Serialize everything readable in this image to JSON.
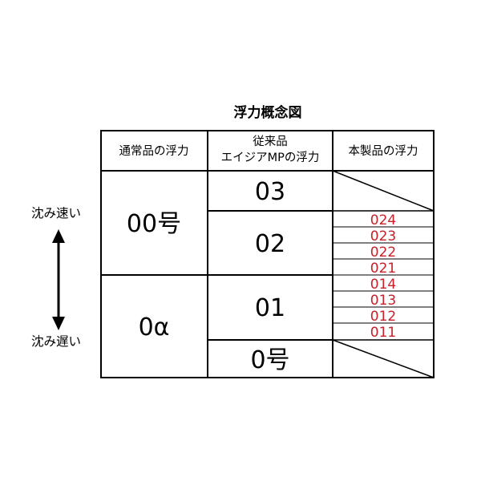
{
  "title": "浮力概念図",
  "headers": {
    "col1": "通常品の浮力",
    "col2_line1": "従来品",
    "col2_line2": "エイジアMPの浮力",
    "col3": "本製品の浮力"
  },
  "side": {
    "top": "沈み速い",
    "bottom": "沈み遅い"
  },
  "normal": {
    "top": "00号",
    "bottom": "0α"
  },
  "conventional": {
    "r1": "03",
    "r2": "02",
    "r3": "01",
    "r4": "0号"
  },
  "new_product": [
    "024",
    "023",
    "022",
    "021",
    "014",
    "013",
    "012",
    "011"
  ],
  "colors": {
    "new_product_text": "#c8202a",
    "line": "#000000"
  }
}
